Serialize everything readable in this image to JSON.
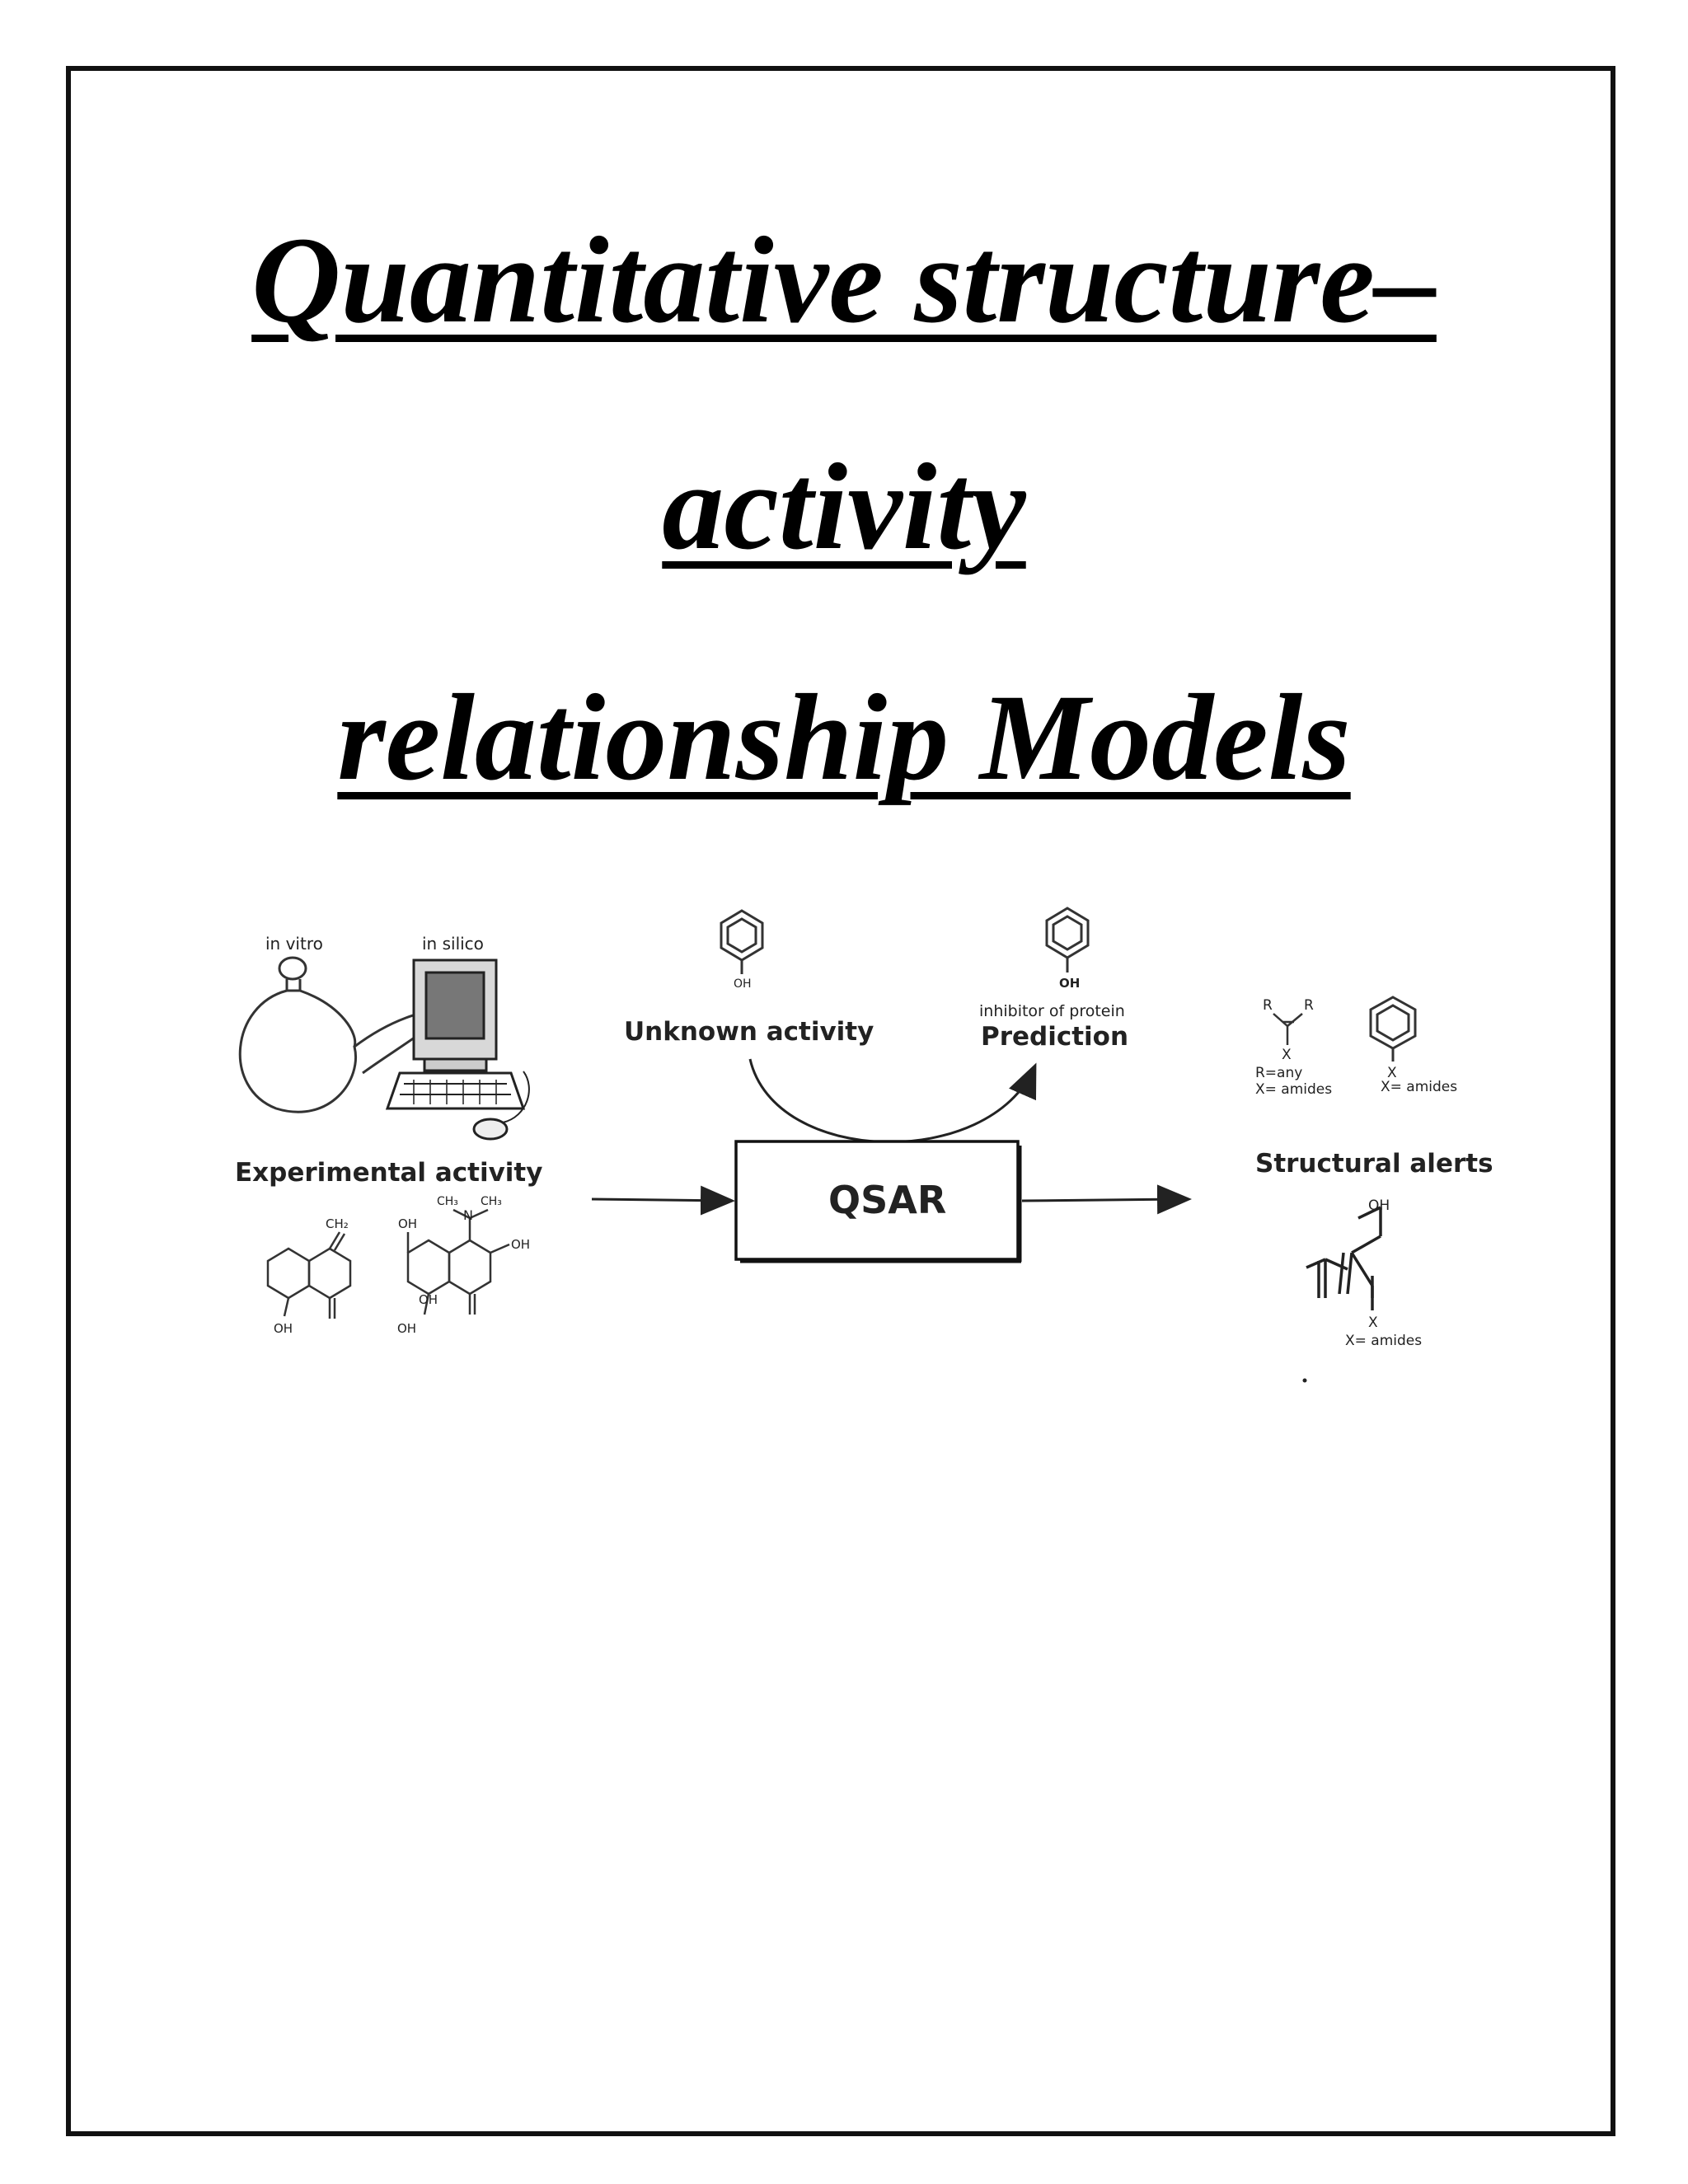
{
  "title": {
    "line1": "Quantitative structure–",
    "line2": "activity",
    "line3": "relationship Models"
  },
  "diagram": {
    "left": {
      "in_vitro": "in vitro",
      "in_silico": "in silico",
      "caption": "Experimental activity",
      "labels": {
        "ch2": "CH₂",
        "oh_ring1": "OH",
        "oh_a": "OH",
        "ch3_a": "CH₃",
        "ch3_b": "CH₃",
        "n": "N",
        "oh_b": "OH",
        "oh_c": "OH",
        "oh_d": "OH"
      }
    },
    "center": {
      "unknown_oh": "OH",
      "unknown_label": "Unknown activity",
      "prediction_oh": "OH",
      "prediction_sub": "inhibitor of protein",
      "prediction_label": "Prediction",
      "box_label": "QSAR"
    },
    "right": {
      "r1": "R",
      "r2": "R",
      "x1": "X",
      "r_any": "R=any",
      "x_amides1": "X= amides",
      "x2": "X",
      "x_amides2": "X= amides",
      "caption": "Structural alerts",
      "oh": "OH",
      "x3": "X",
      "x_amides3": "X= amides"
    }
  }
}
